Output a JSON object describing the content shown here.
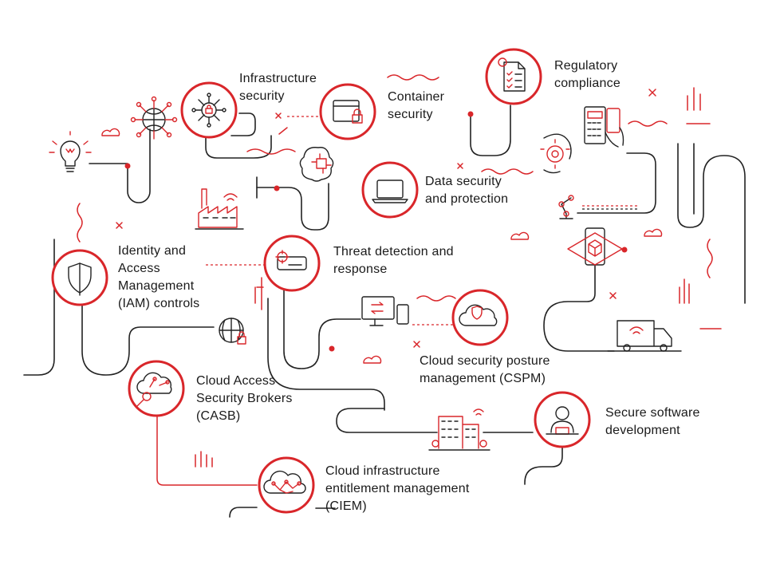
{
  "nodes": [
    {
      "id": "infrastructure-security",
      "lines": [
        "Infrastructure",
        "security"
      ],
      "icon": "network-lock-icon"
    },
    {
      "id": "container-security",
      "lines": [
        "Container",
        "security"
      ],
      "icon": "window-lock-icon"
    },
    {
      "id": "regulatory-compliance",
      "lines": [
        "Regulatory",
        "compliance"
      ],
      "icon": "checklist-document-icon"
    },
    {
      "id": "data-security",
      "lines": [
        "Data security",
        "and protection"
      ],
      "icon": "laptop-icon"
    },
    {
      "id": "iam-controls",
      "lines": [
        "Identity and",
        "Access",
        "Management",
        "(IAM) controls"
      ],
      "icon": "shield-icon"
    },
    {
      "id": "threat-detection",
      "lines": [
        "Threat detection and",
        "response"
      ],
      "icon": "target-alert-icon"
    },
    {
      "id": "cspm",
      "lines": [
        "Cloud security posture",
        "management (CSPM)"
      ],
      "icon": "cloud-shield-icon"
    },
    {
      "id": "casb",
      "lines": [
        "Cloud Access",
        "Security Brokers",
        "(CASB)"
      ],
      "icon": "cloud-network-icon"
    },
    {
      "id": "secure-software",
      "lines": [
        "Secure software",
        "development"
      ],
      "icon": "developer-icon"
    },
    {
      "id": "ciem",
      "lines": [
        "Cloud infrastructure",
        "entitlement management",
        "(CIEM)"
      ],
      "icon": "cloud-mesh-icon"
    }
  ],
  "colors": {
    "accent": "#d9262a",
    "line": "#222222",
    "background": "#ffffff"
  }
}
